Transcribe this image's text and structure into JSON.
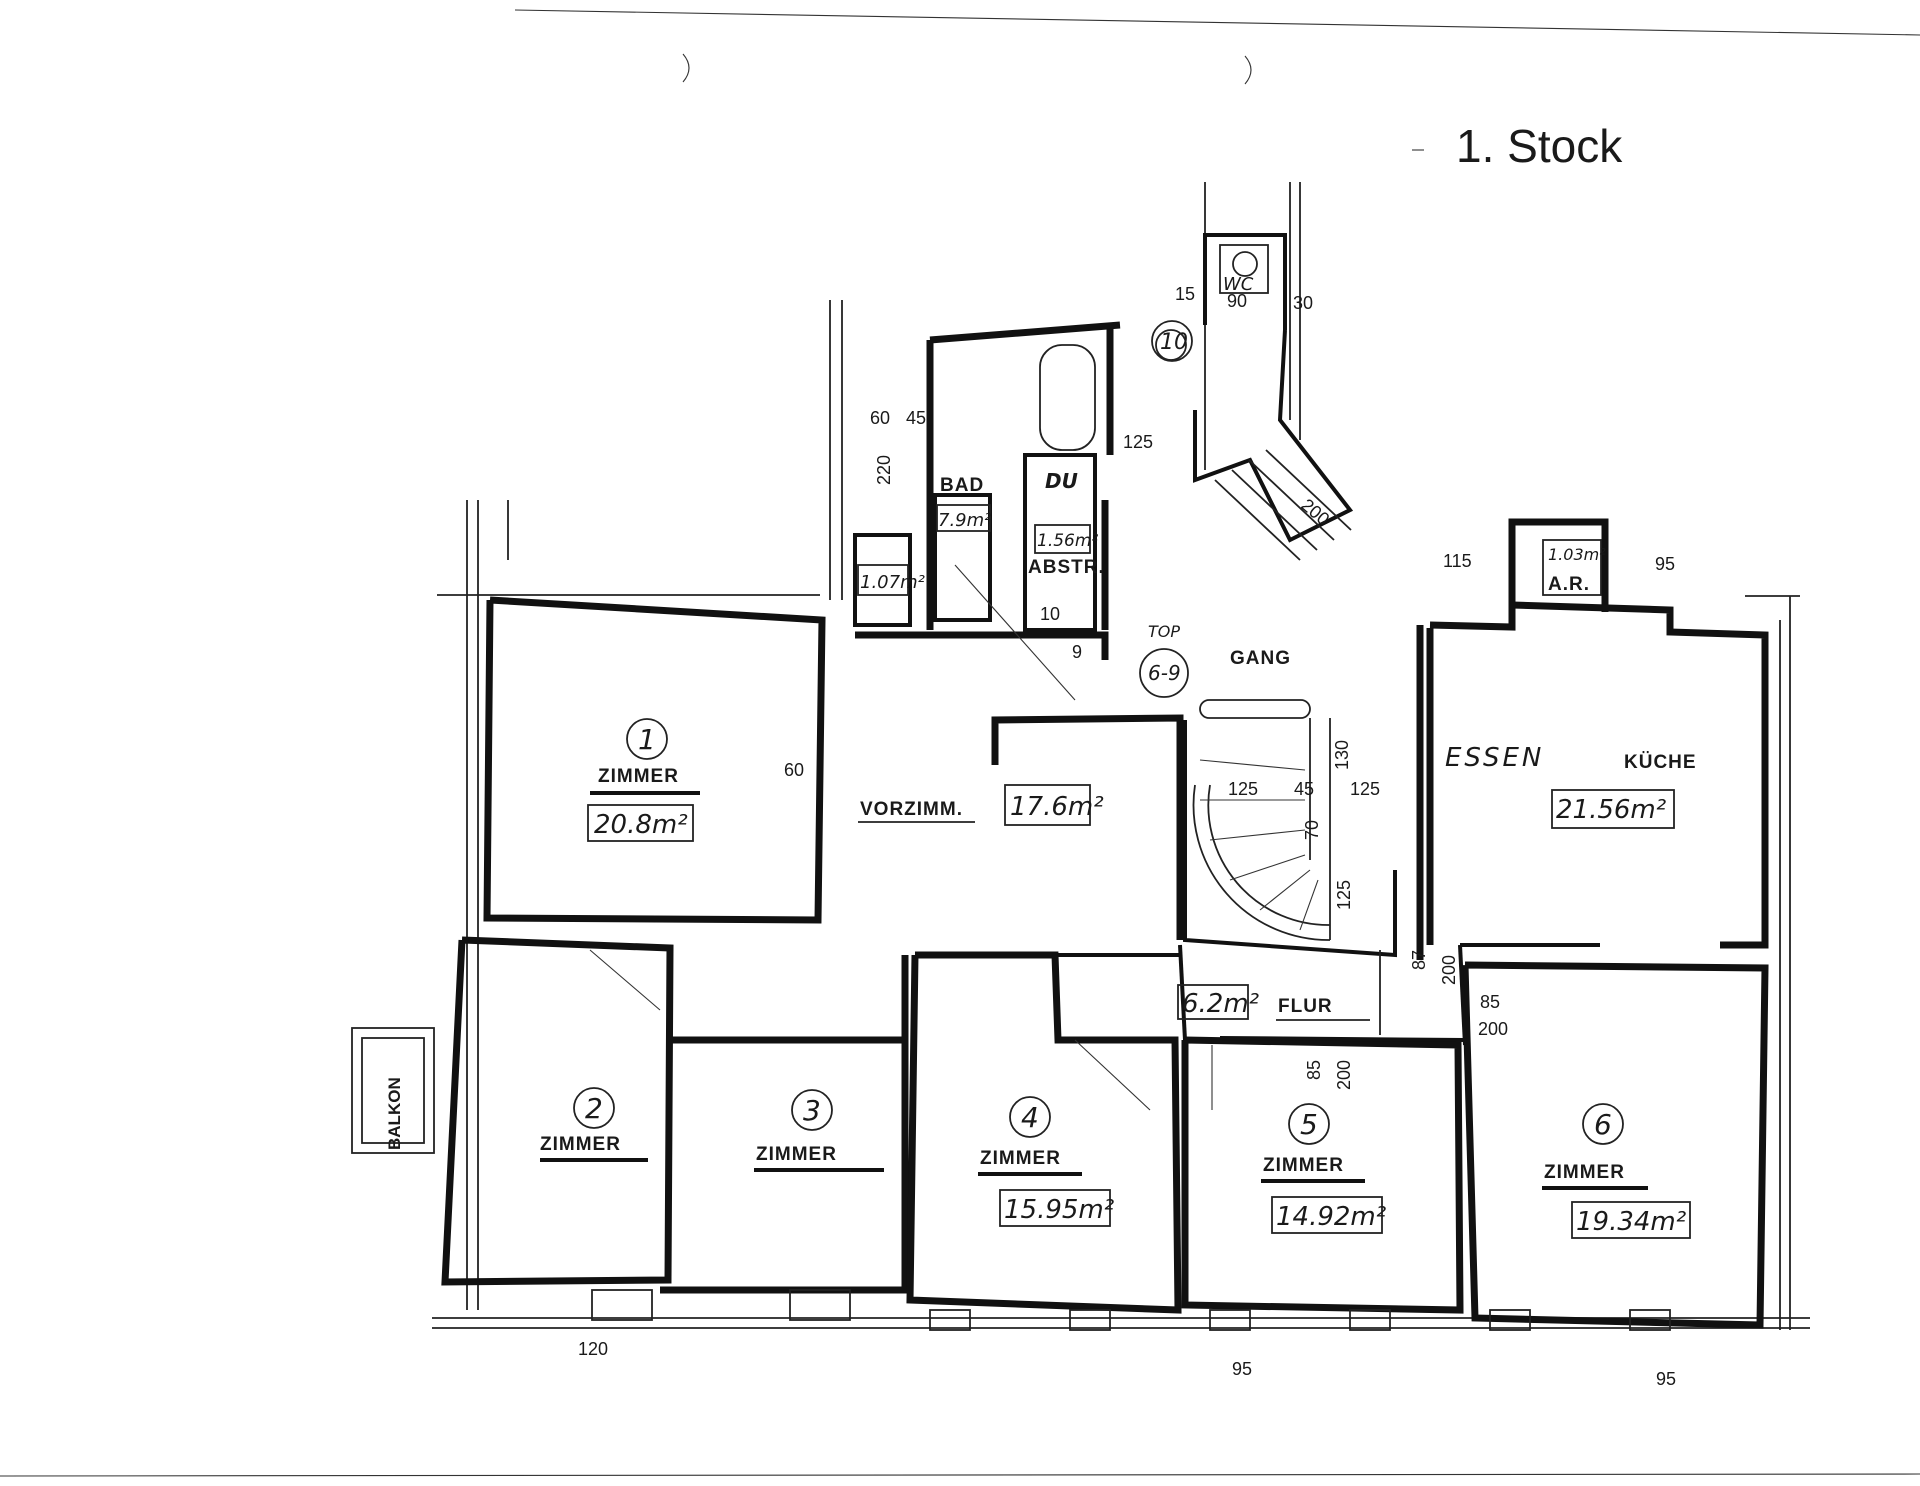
{
  "title": "1. Stock",
  "rooms": {
    "zimmer_1": {
      "number": "1",
      "label": "ZIMMER",
      "area": "20.8m²"
    },
    "zimmer_2": {
      "number": "2",
      "label": "ZIMMER"
    },
    "zimmer_3": {
      "number": "3",
      "label": "ZIMMER"
    },
    "zimmer_4": {
      "number": "4",
      "label": "ZIMMER",
      "area": "15.95m²"
    },
    "zimmer_5": {
      "number": "5",
      "label": "ZIMMER",
      "area": "14.92m²"
    },
    "zimmer_6": {
      "number": "6",
      "label": "ZIMMER",
      "area": "19.34m²"
    },
    "vorzimmer": {
      "label": "VORZIMM.",
      "area": "17.6m²"
    },
    "gang": {
      "label": "GANG",
      "top_label": "TOP",
      "top_number": "6-9"
    },
    "essen": {
      "label": "ESSEN"
    },
    "kueche": {
      "label": "KÜCHE",
      "area": "21.56m²"
    },
    "bad": {
      "label": "BAD",
      "area": "7.9m²"
    },
    "du": {
      "label": "DU"
    },
    "abstr": {
      "label": "ABSTR.",
      "area": "1.56m²"
    },
    "small_closet": {
      "area": "1.07m²"
    },
    "ar": {
      "label": "A.R.",
      "area": "1.03m²"
    },
    "wc": {
      "label": "WC",
      "number": "10"
    },
    "flur": {
      "label": "FLUR",
      "area": "6.2m²"
    },
    "balkon": {
      "label": "BALKON"
    }
  },
  "dimensions": {
    "d_15": "15",
    "d_90": "90",
    "d_30": "30",
    "d_125_top": "125",
    "d_60_top": "60",
    "d_45": "45",
    "d_220": "220",
    "d_200_stair": "200",
    "d_115": "115",
    "d_95_top": "95",
    "d_60_left": "60",
    "d_125_s1": "125",
    "d_45_s": "45",
    "d_125_s2": "125",
    "d_130": "130",
    "d_70": "70",
    "d_125_v": "125",
    "d_87": "87",
    "d_200_a": "200",
    "d_85_a": "85",
    "d_200_b": "200",
    "d_85_b": "85",
    "d_200_c": "200",
    "d_120": "120",
    "d_95_b1": "95",
    "d_95_b2": "95",
    "d_10": "10",
    "d_9": "9"
  }
}
